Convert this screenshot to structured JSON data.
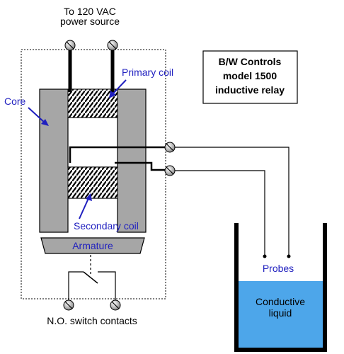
{
  "diagram": {
    "power_label_line1": "To 120 VAC",
    "power_label_line2": "power source",
    "title_line1": "B/W Controls",
    "title_line2": "model 1500",
    "title_line3": "inductive relay",
    "primary_coil": "Primary coil",
    "core": "Core",
    "secondary_coil": "Secondary coil",
    "armature": "Armature",
    "switch_contacts": "N.O. switch contacts",
    "probes": "Probes",
    "liquid_line1": "Conductive",
    "liquid_line2": "liquid"
  },
  "colors": {
    "core": "#a6a6a6",
    "armature": "#a6a6a6",
    "liquid": "#4da6ea",
    "label_blue": "#1f1fbf",
    "frame": "#000000"
  }
}
